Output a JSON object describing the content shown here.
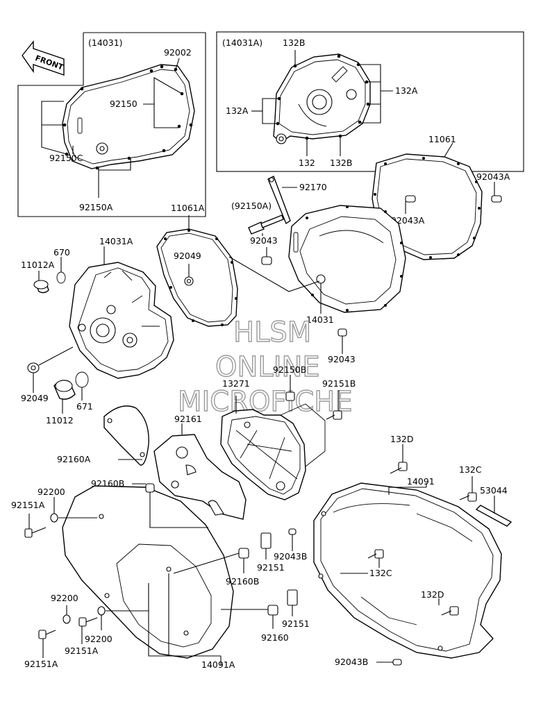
{
  "front_label": "FRONT",
  "watermark": {
    "line1": "HLSM",
    "line2": "ONLINE",
    "line3": "MICROFICHE"
  },
  "inset_left": {
    "title": "(14031)",
    "labels": {
      "l92002": "92002",
      "l92150": "92150",
      "l92150c": "92150C",
      "l92150a": "92150A"
    }
  },
  "inset_right": {
    "title": "(14031A)",
    "labels": {
      "l132b_top": "132B",
      "l132a_right": "132A",
      "l132a_left": "132A",
      "l132": "132",
      "l132b_bottom": "132B"
    }
  },
  "parts": {
    "p11061": "11061",
    "p92043a_1": "92043A",
    "p92043a_2": "92043A",
    "p92170": "92170",
    "p92150a_paren": "(92150A)",
    "p92043": "92043",
    "p11061a": "11061A",
    "p92049_top": "92049",
    "p14031a": "14031A",
    "p670": "670",
    "p11012a": "11012A",
    "p14031": "14031",
    "p92043_mid": "92043",
    "p92150b": "92150B",
    "p92151b": "92151B",
    "p13271": "13271",
    "p92049_bottom": "92049",
    "p671": "671",
    "p11012": "11012",
    "p92161": "92161",
    "p92160a": "92160A",
    "p92160b_top": "92160B",
    "p92200_top": "92200",
    "p92151a_top": "92151A",
    "p132d_top": "132D",
    "p14091": "14091",
    "p132c_right": "132C",
    "p53044": "53044",
    "p92151_mid": "92151",
    "p92043b_mid": "92043B",
    "p132c_mid": "132C",
    "p92160b_mid": "92160B",
    "p132d_bottom": "132D",
    "p92200_bottom": "92200",
    "p92151a_mid": "92151A",
    "p92200_bottom2": "92200",
    "p92151_bottom": "92151",
    "p92160": "92160",
    "p92151a_bottom": "92151A",
    "p14091a": "14091A",
    "p92043b_bottom": "92043B"
  }
}
